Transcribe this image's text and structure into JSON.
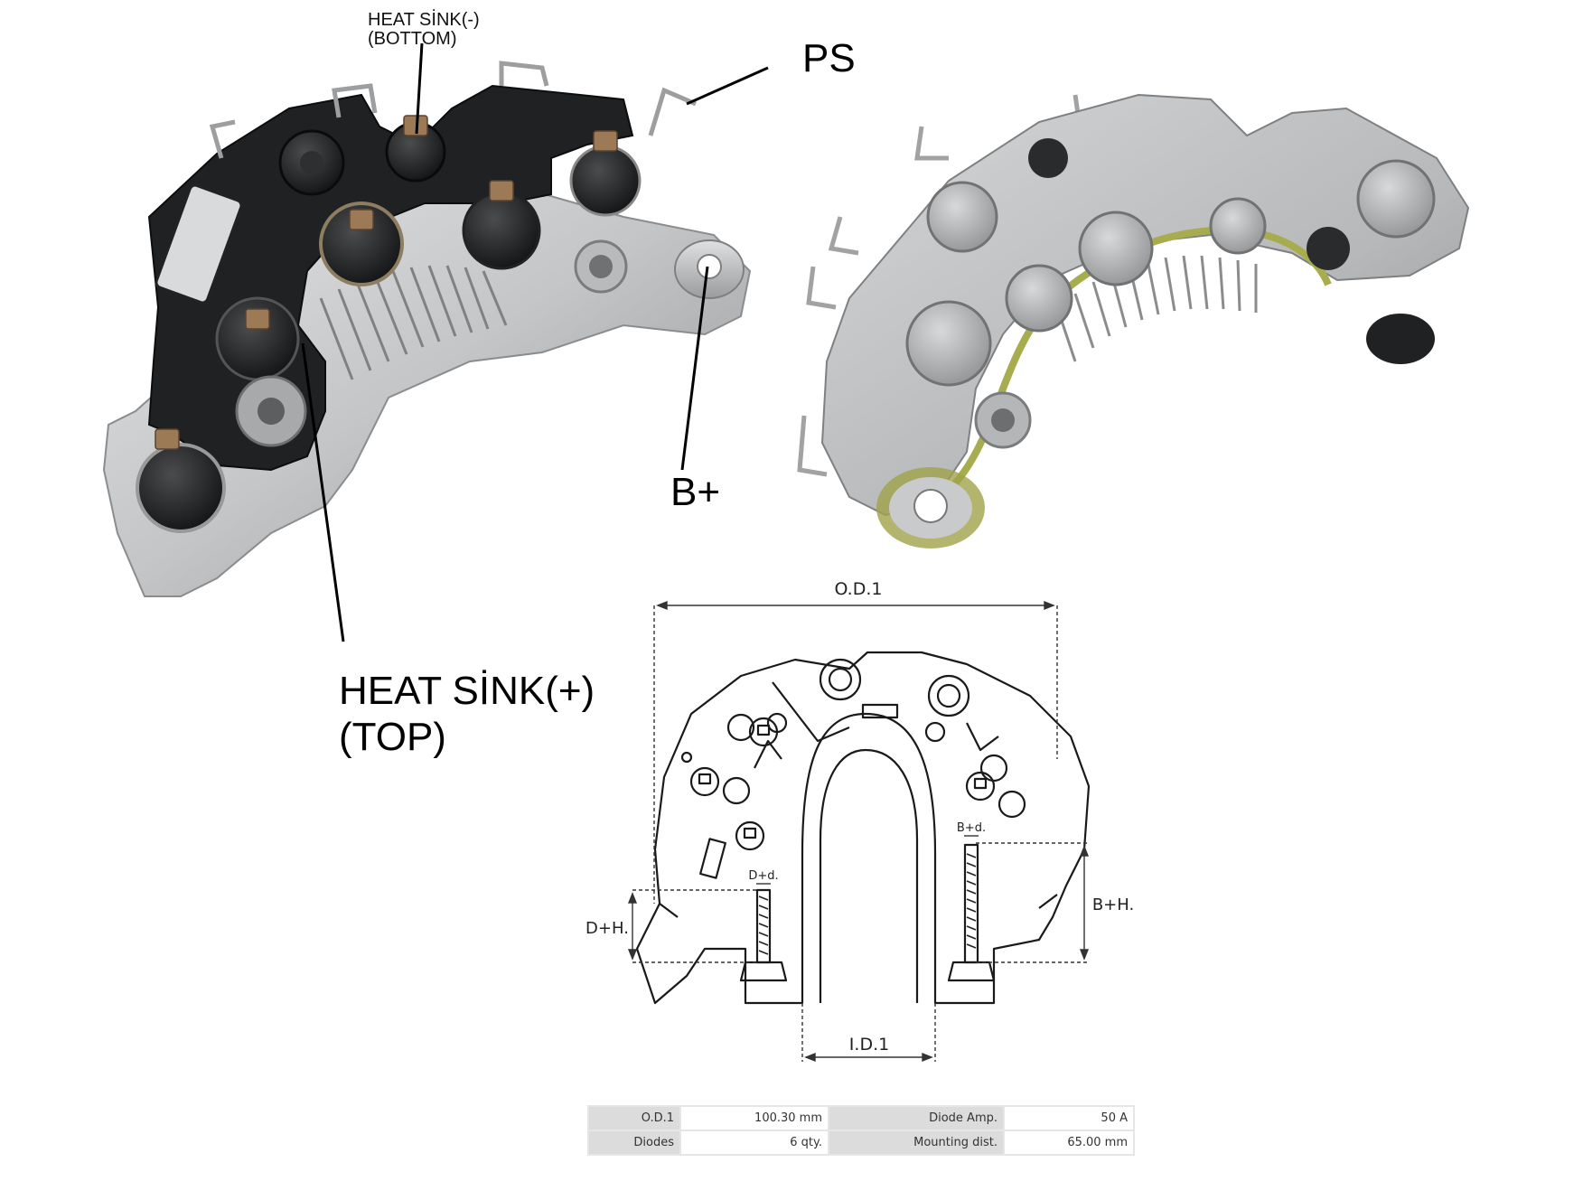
{
  "labels": {
    "heat_sink_neg_line1": "HEAT SİNK(-)",
    "heat_sink_neg_line2": "(BOTTOM)",
    "ps": "PS",
    "b_plus": "B+",
    "heat_sink_pos_line1": "HEAT SİNK(+)",
    "heat_sink_pos_line2": "(TOP)"
  },
  "drawing": {
    "od1": "O.D.1",
    "id1": "I.D.1",
    "dh": "D+H.",
    "bh": "B+H.",
    "dd": "D+d.",
    "bd": "B+d."
  },
  "specs": {
    "rows": [
      [
        {
          "label": "O.D.1",
          "value": "100.30 mm"
        },
        {
          "label": "Diode Amp.",
          "value": "50 A"
        }
      ],
      [
        {
          "label": "Diodes",
          "value": "6 qty."
        },
        {
          "label": "Mounting dist.",
          "value": "65.00 mm"
        }
      ]
    ]
  },
  "colors": {
    "aluminum": "#c4c6c8",
    "black_plastic": "#1f2123",
    "insulation_green": "#a7ad4e"
  }
}
